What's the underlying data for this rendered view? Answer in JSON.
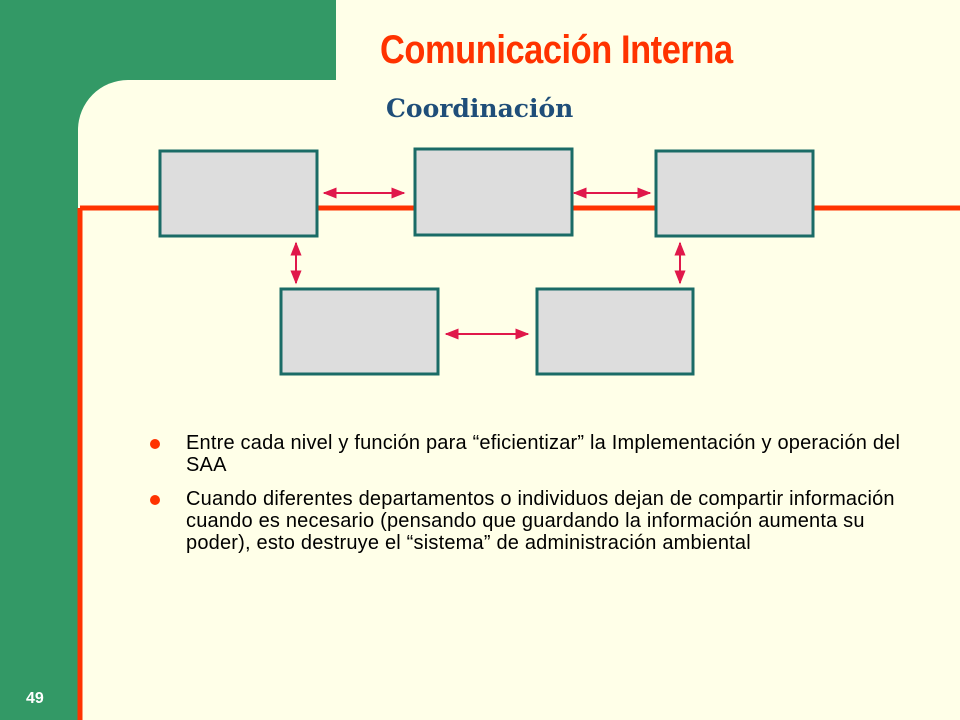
{
  "slide": {
    "title": "Comunicación Interna",
    "subtitle": "Coordinación",
    "page_number": "49"
  },
  "bullets": [
    "Entre cada nivel y función para “eficientizar” la Implementación y operación del SAA",
    "Cuando diferentes departamentos o individuos dejan de compartir información cuando es necesario (pensando que guardando la información aumenta su poder), esto destruye el “sistema” de administración ambiental"
  ],
  "colors": {
    "green": "#339966",
    "background": "#FFFFE8",
    "accent": "#FF3300",
    "box_fill": "#DDDDDD",
    "box_border": "#1A6B66",
    "arrow": "#E0184A",
    "subtitle": "#1F4E79"
  }
}
